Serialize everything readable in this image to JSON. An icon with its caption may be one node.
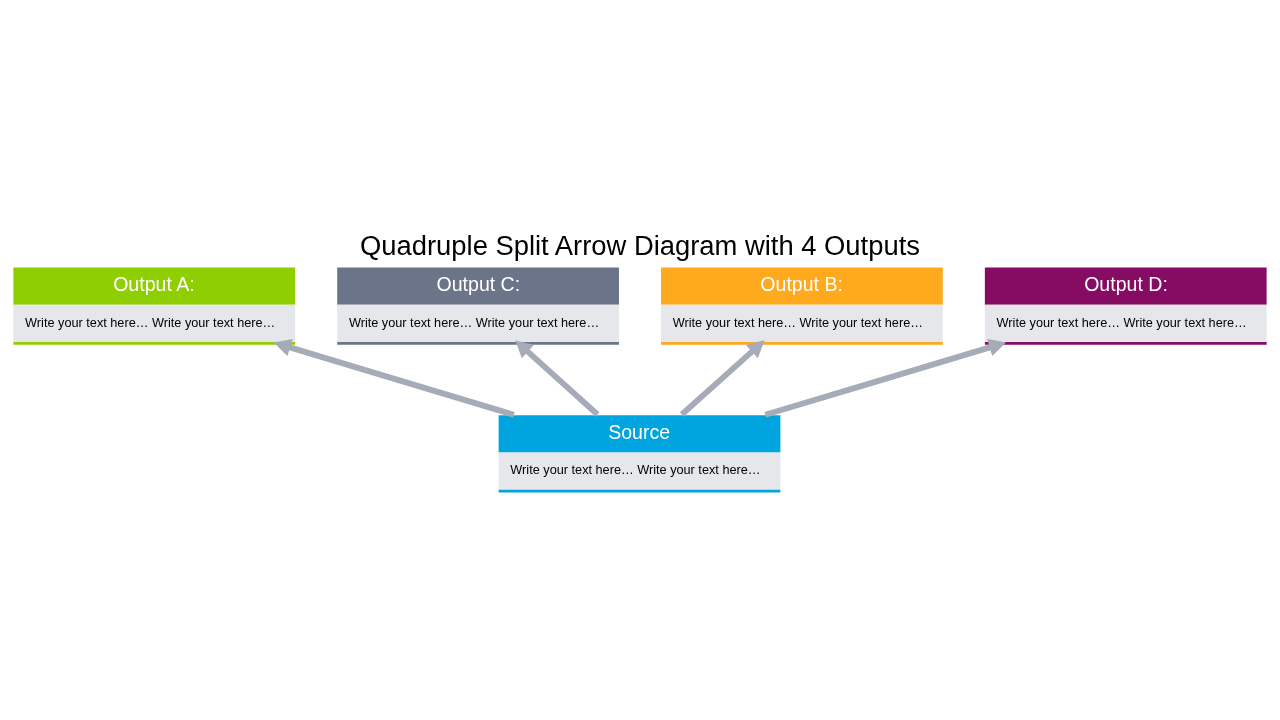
{
  "diagram": {
    "title": "Quadruple Split Arrow Diagram with 4 Outputs",
    "nodes": [
      {
        "text": [
          "Output A:",
          "Write your text here… Write your text here…"
        ]
      },
      {
        "text": [
          "Output C:",
          "Write your text here… Write your text here…"
        ]
      },
      {
        "text": [
          "Output B:",
          "Write your text here… Write your text here…"
        ]
      },
      {
        "text": [
          "Output D:",
          "Write your text here… Write your text here…"
        ]
      },
      {
        "text": [
          "Source",
          "Write your text here… Write your text here…"
        ]
      }
    ],
    "edges": [
      {
        "from": 4,
        "to": 0,
        "arrow": "to"
      },
      {
        "from": 4,
        "to": 2,
        "arrow": "to"
      },
      {
        "from": 4,
        "to": 1,
        "arrow": "to"
      },
      {
        "from": 4,
        "to": 3,
        "arrow": "to"
      }
    ]
  }
}
